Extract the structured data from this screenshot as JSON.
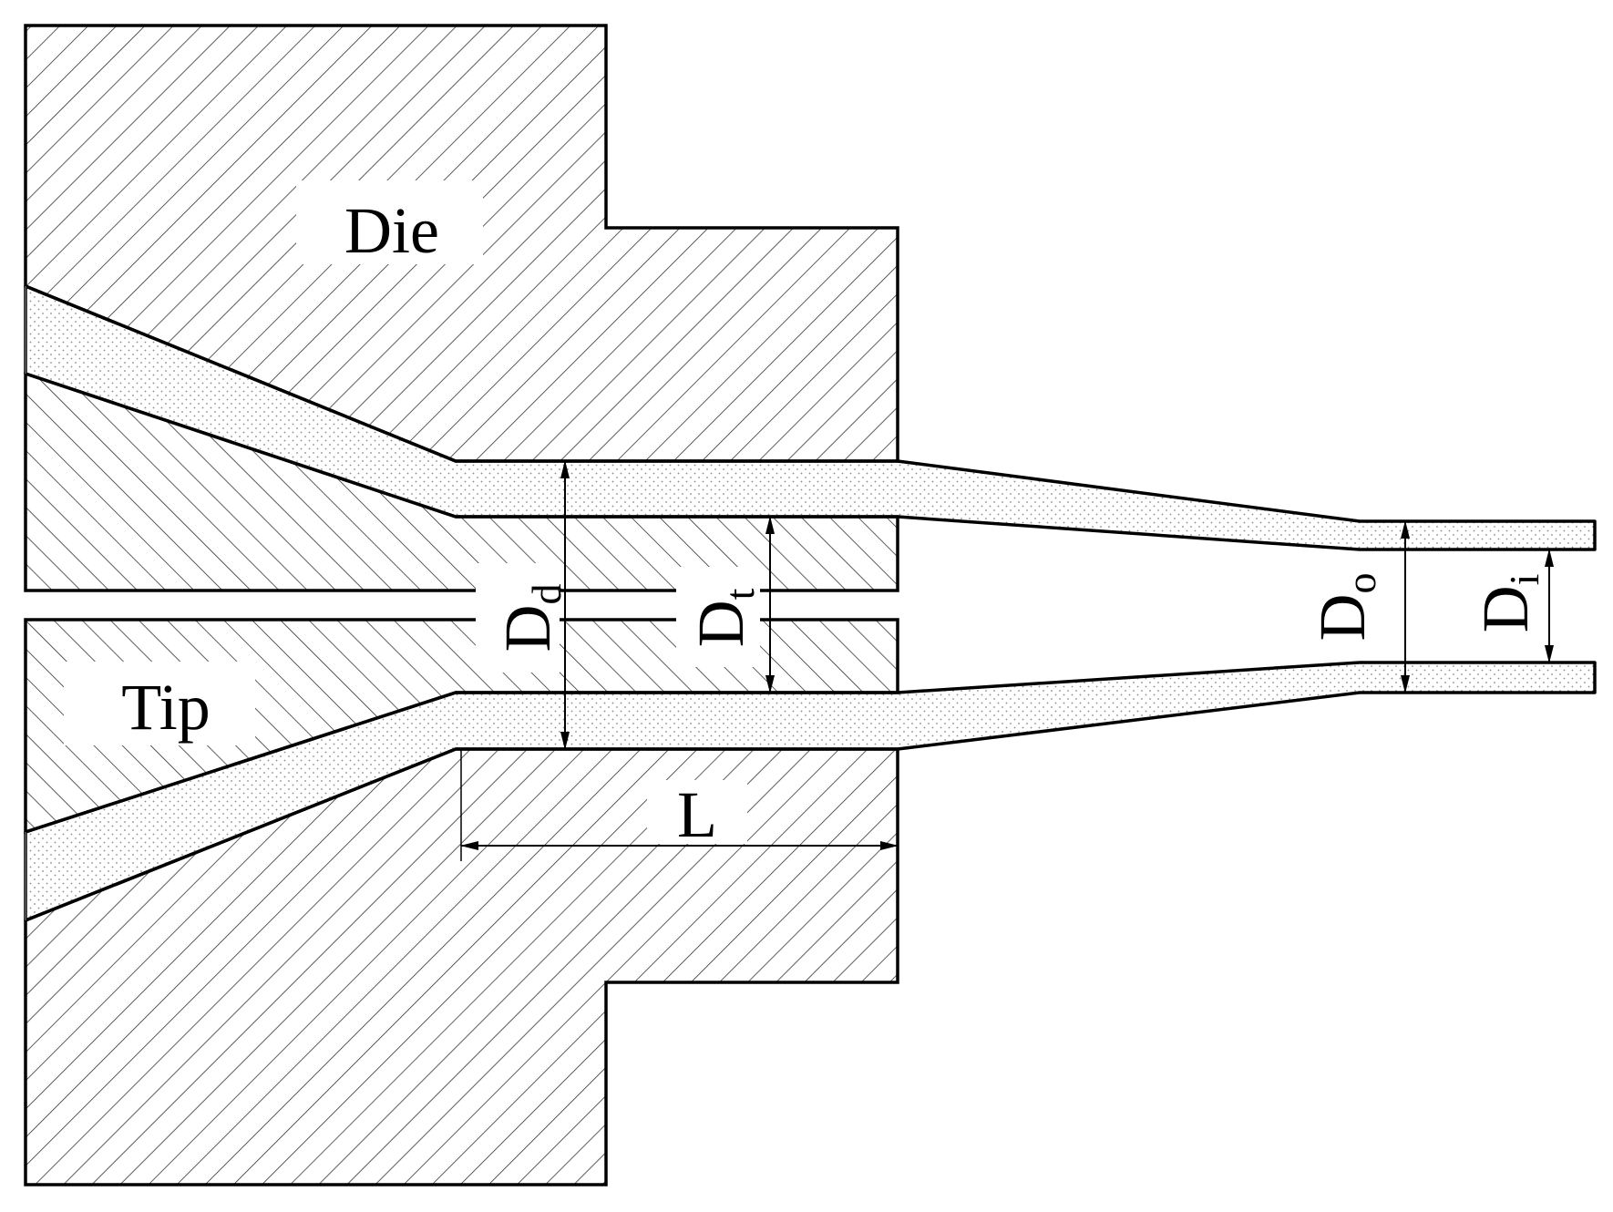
{
  "diagram": {
    "labels": {
      "die": "Die",
      "tip": "Tip",
      "length": "L"
    },
    "dimensions": {
      "die_diameter": {
        "main": "D",
        "sub": "d"
      },
      "tip_diameter": {
        "main": "D",
        "sub": "t"
      },
      "outer_diameter": {
        "main": "D",
        "sub": "o"
      },
      "inner_diameter": {
        "main": "D",
        "sub": "i"
      }
    },
    "colors": {
      "line": "#000000",
      "hatch": "#333333",
      "melt_dots": "#8a8a8a",
      "background": "#ffffff"
    }
  }
}
